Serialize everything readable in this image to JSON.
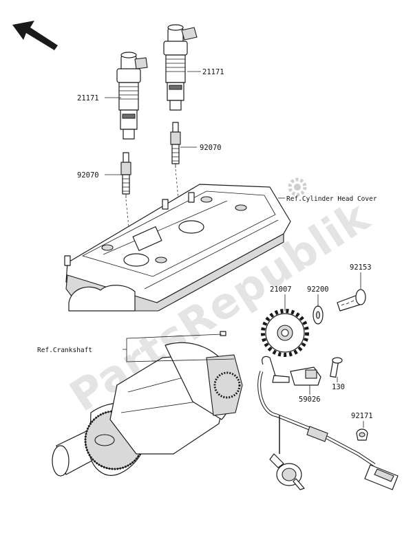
{
  "watermark": "PartsRepublik",
  "labels": {
    "coil_upper": "21171",
    "coil_lower": "21171",
    "plug_upper": "92070",
    "plug_lower": "92070",
    "ref_cylinder_head_cover": "Ref.Cylinder Head Cover",
    "ref_crankshaft": "Ref.Crankshaft",
    "bolt": "92153",
    "washer": "92200",
    "rotor": "21007",
    "sensor_bolt": "130",
    "pickup_coil": "59026",
    "clamp": "92171"
  }
}
